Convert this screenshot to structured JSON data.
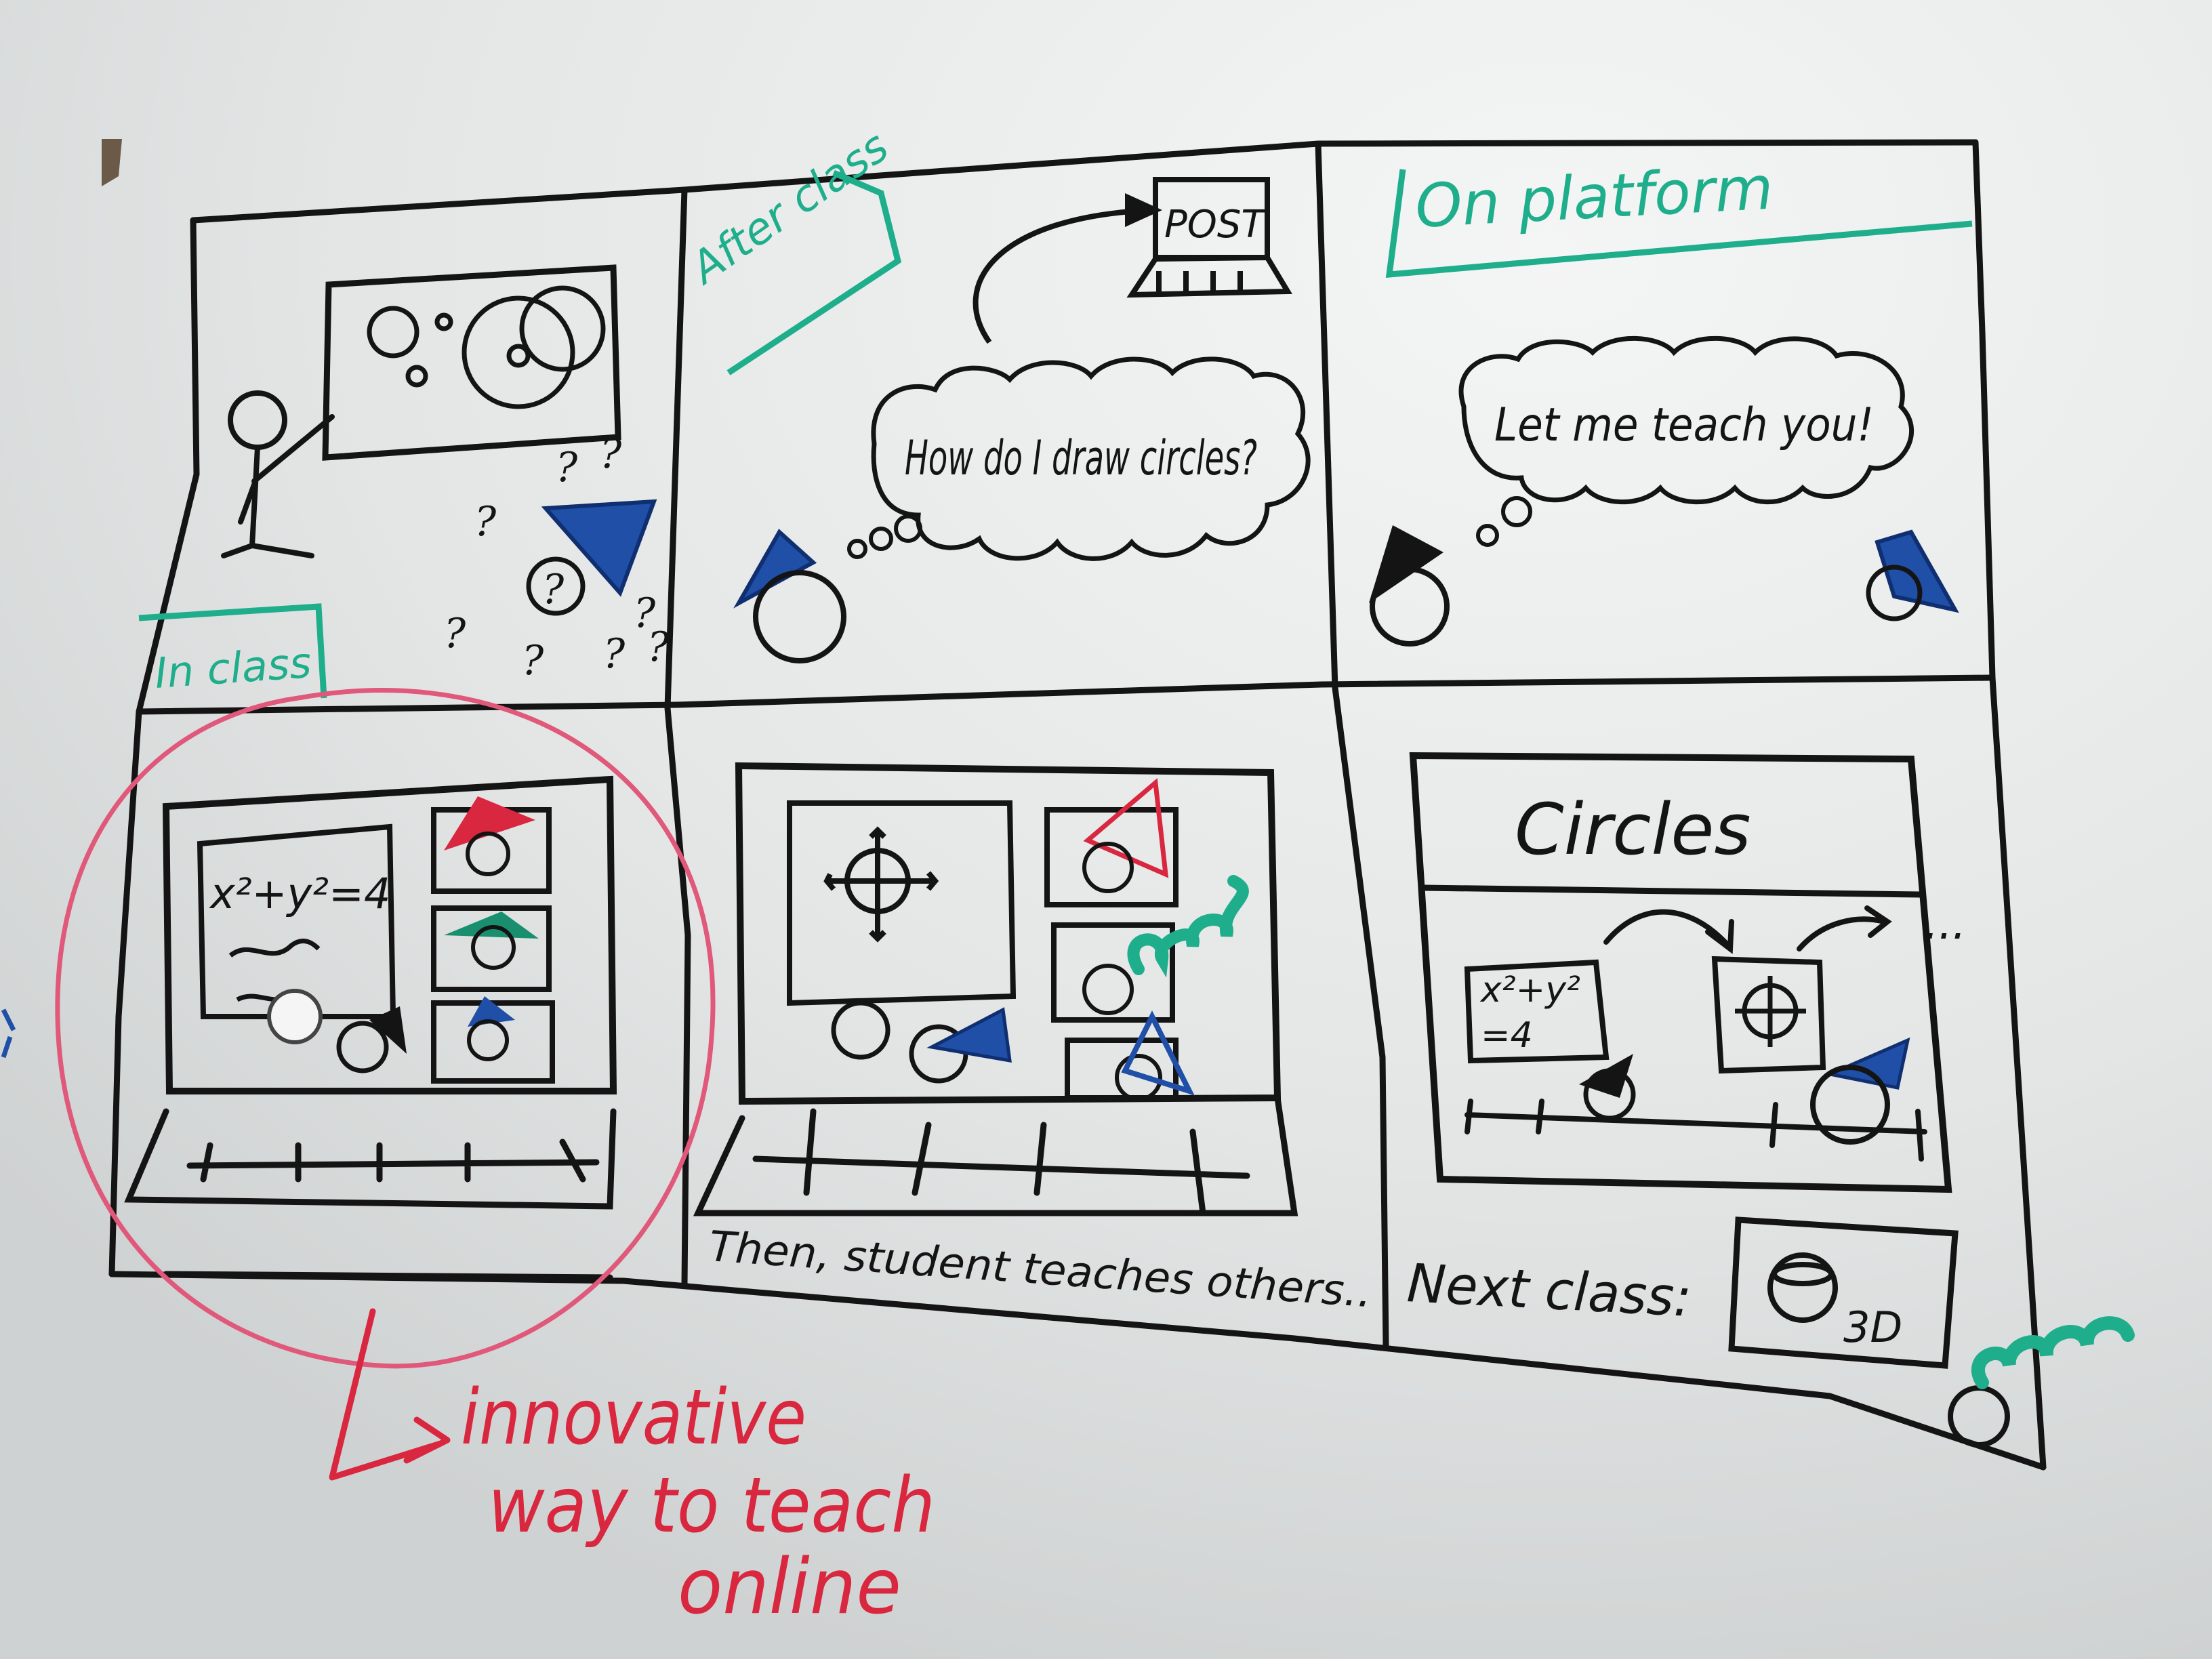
{
  "colors": {
    "marker_black": "#141414",
    "marker_teal": "#1fae8c",
    "marker_blue": "#1f4fa6",
    "marker_red": "#d8273f",
    "marker_pink": "#e0587a",
    "board": "#e6e8e8"
  },
  "panels": {
    "in_class": {
      "tag": "In class",
      "question_marks": [
        "?",
        "?",
        "?",
        "?",
        "?",
        "?",
        "?",
        "?",
        "?"
      ]
    },
    "after_class": {
      "tag": "After class",
      "post_label": "POST",
      "thought": "How do I draw circles?"
    },
    "on_platform": {
      "tag": "On platform",
      "thought": "Let me teach you!"
    },
    "lesson": {
      "equation": "x²+y²=4"
    },
    "teaching": {
      "caption": "Then, student teaches others.."
    },
    "next": {
      "title": "Circles",
      "card_equation_top": "x²+y²",
      "card_equation_bottom": "=4",
      "ellipsis": "...",
      "next_class_label": "Next class:",
      "next_class_badge": "3D"
    }
  },
  "annotation": {
    "line1": "innovative",
    "line2": "way to teach",
    "line3": "online"
  }
}
